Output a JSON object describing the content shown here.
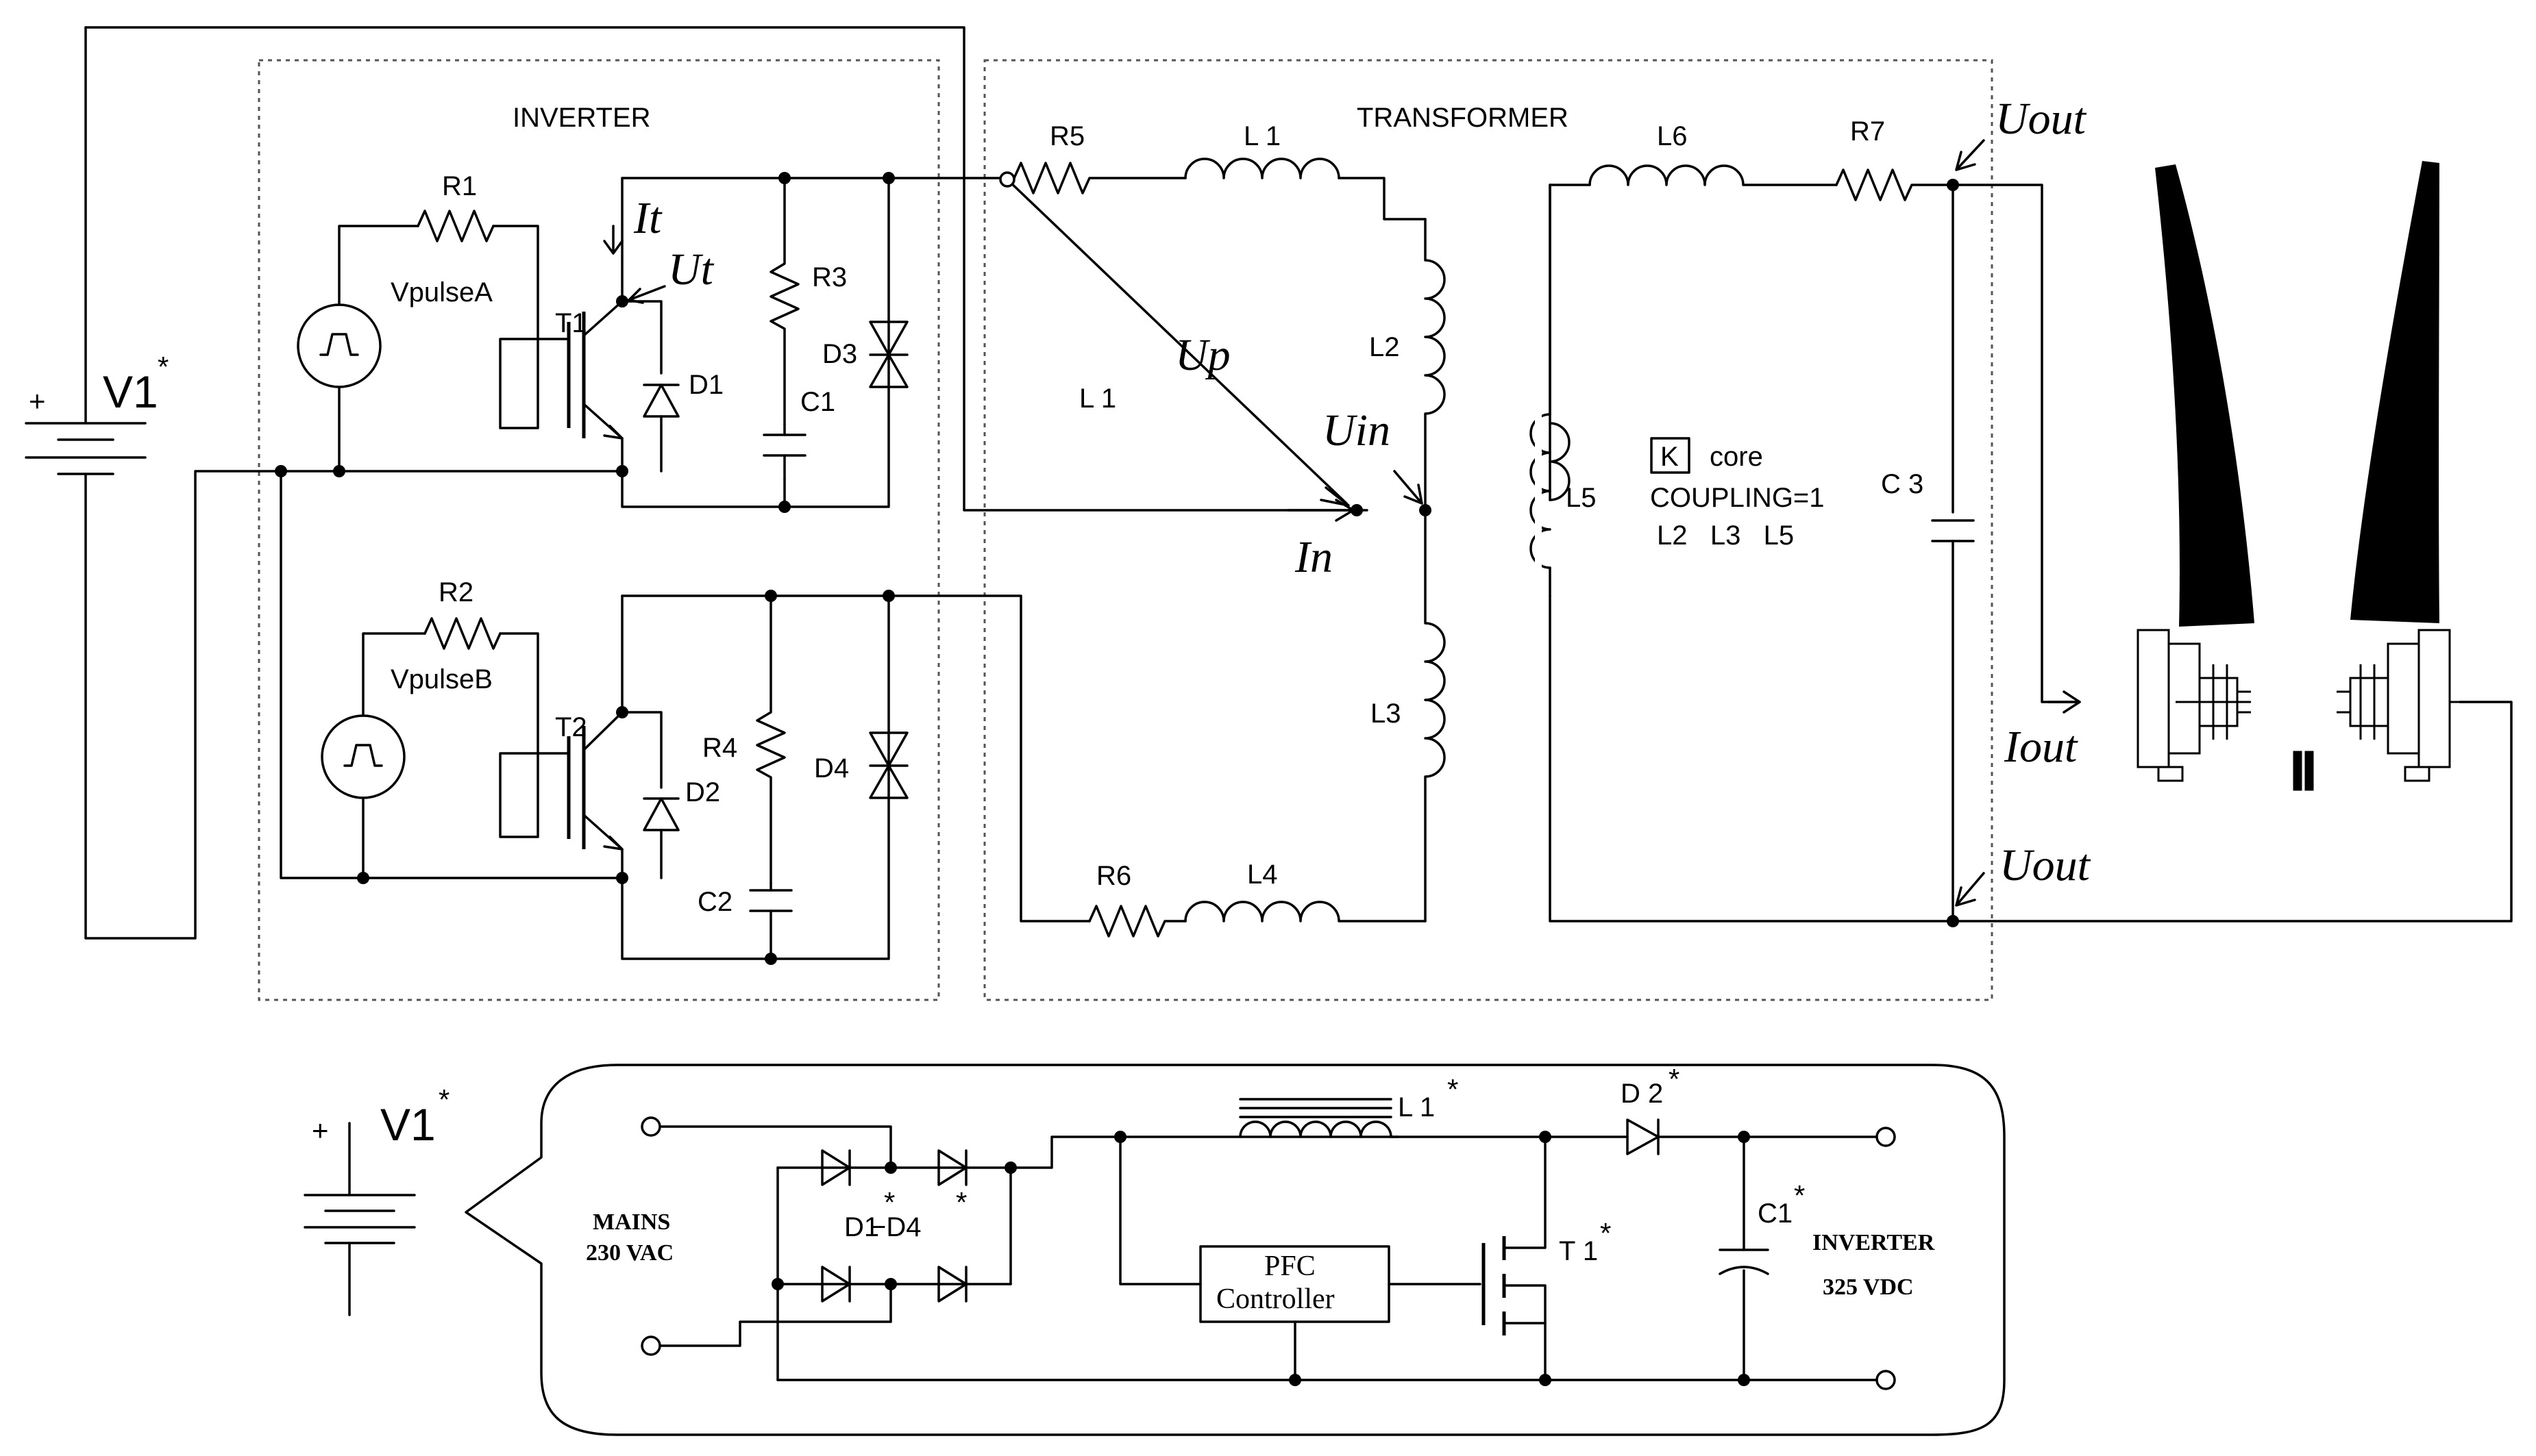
{
  "sections": {
    "inverter": "INVERTER",
    "transformer": "TRANSFORMER"
  },
  "components": {
    "R1": "R1",
    "R2": "R2",
    "R3": "R3",
    "R4": "R4",
    "R5": "R5",
    "R6": "R6",
    "R7": "R7",
    "L1": "L 1",
    "L1_mid": "L 1",
    "L2": "L2",
    "L3": "L3",
    "L4": "L4",
    "L5": "L5",
    "L6": "L6",
    "T1": "T1",
    "T2": "T2",
    "D1": "D1",
    "D2": "D2",
    "D3": "D3",
    "D4": "D4",
    "C1": "C1",
    "C2": "C2",
    "C3": "C 3",
    "vpulseA": "VpulseA",
    "vpulseB": "VpulseB",
    "V1": "V1",
    "V1_star": "*",
    "plus": "+"
  },
  "coupling": {
    "k_box": "K",
    "core": "core",
    "coupling": "COUPLING=1",
    "inductors": "L2   L3   L5"
  },
  "measurements": {
    "It": "It",
    "Ut": "Ut",
    "Up": "Up",
    "Uin": "Uin",
    "In": "In",
    "Uout_top": "Uout",
    "Uout_bottom": "Uout",
    "Iout": "Iout"
  },
  "psu": {
    "V1": "V1",
    "V1_star": "*",
    "plus": "+",
    "mains_line1": "MAINS",
    "mains_line2": "230 VAC",
    "inverter_line1": "INVERTER",
    "inverter_line2": "325 VDC",
    "L1": "L 1",
    "L1_star": "*",
    "D2": "D 2",
    "D2_star": "*",
    "D1D4": "D1",
    "D1D4_star": "*",
    "D1D4_sep": "−D4",
    "D1D4_star2": "*",
    "T1": "T 1",
    "T1_star": "*",
    "C1": "C1",
    "C1_star": "*",
    "pfc_line1": "PFC",
    "pfc_line2": "Controller"
  }
}
